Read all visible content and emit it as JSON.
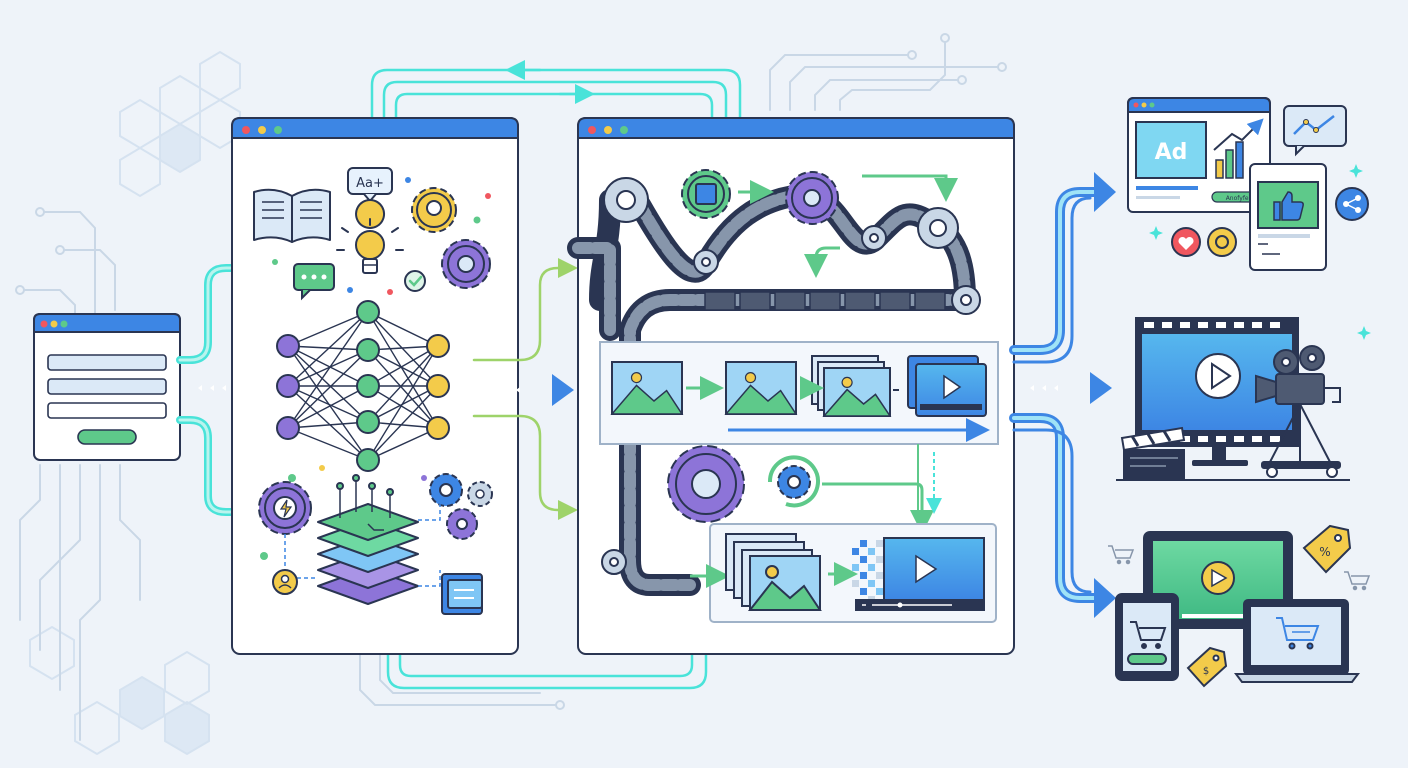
{
  "labels": {
    "aa_badge": "Aa+",
    "ad_banner": "Ad",
    "ad_chip": "Anofyfel"
  },
  "colors": {
    "background": "#eef3f9",
    "navy": "#2a3552",
    "blue": "#3d86e4",
    "teal": "#49e3d9",
    "green": "#5ec98a",
    "lime": "#9ed36a",
    "yellow": "#f3cb4a",
    "purple": "#8d74d8",
    "red": "#f0575f"
  },
  "icons": {
    "input_window": "form-window-icon",
    "knowledge": [
      "open-book-icon",
      "lightbulb-icon",
      "chat-bubble-icon",
      "check-icon",
      "gear-icon"
    ],
    "model": "neural-network-icon",
    "layers": "layer-stack-icon",
    "pipeline": [
      "film-strip-icon",
      "image-frame-icon",
      "video-player-icon"
    ],
    "outputs": [
      "ad-banner-icon",
      "trend-chart-icon",
      "thumbs-up-icon",
      "share-icon",
      "heart-icon",
      "video-monitor-icon",
      "movie-camera-icon",
      "clapperboard-icon",
      "laptop-icon",
      "tablet-icon",
      "shopping-cart-icon",
      "price-tag-icon"
    ]
  }
}
